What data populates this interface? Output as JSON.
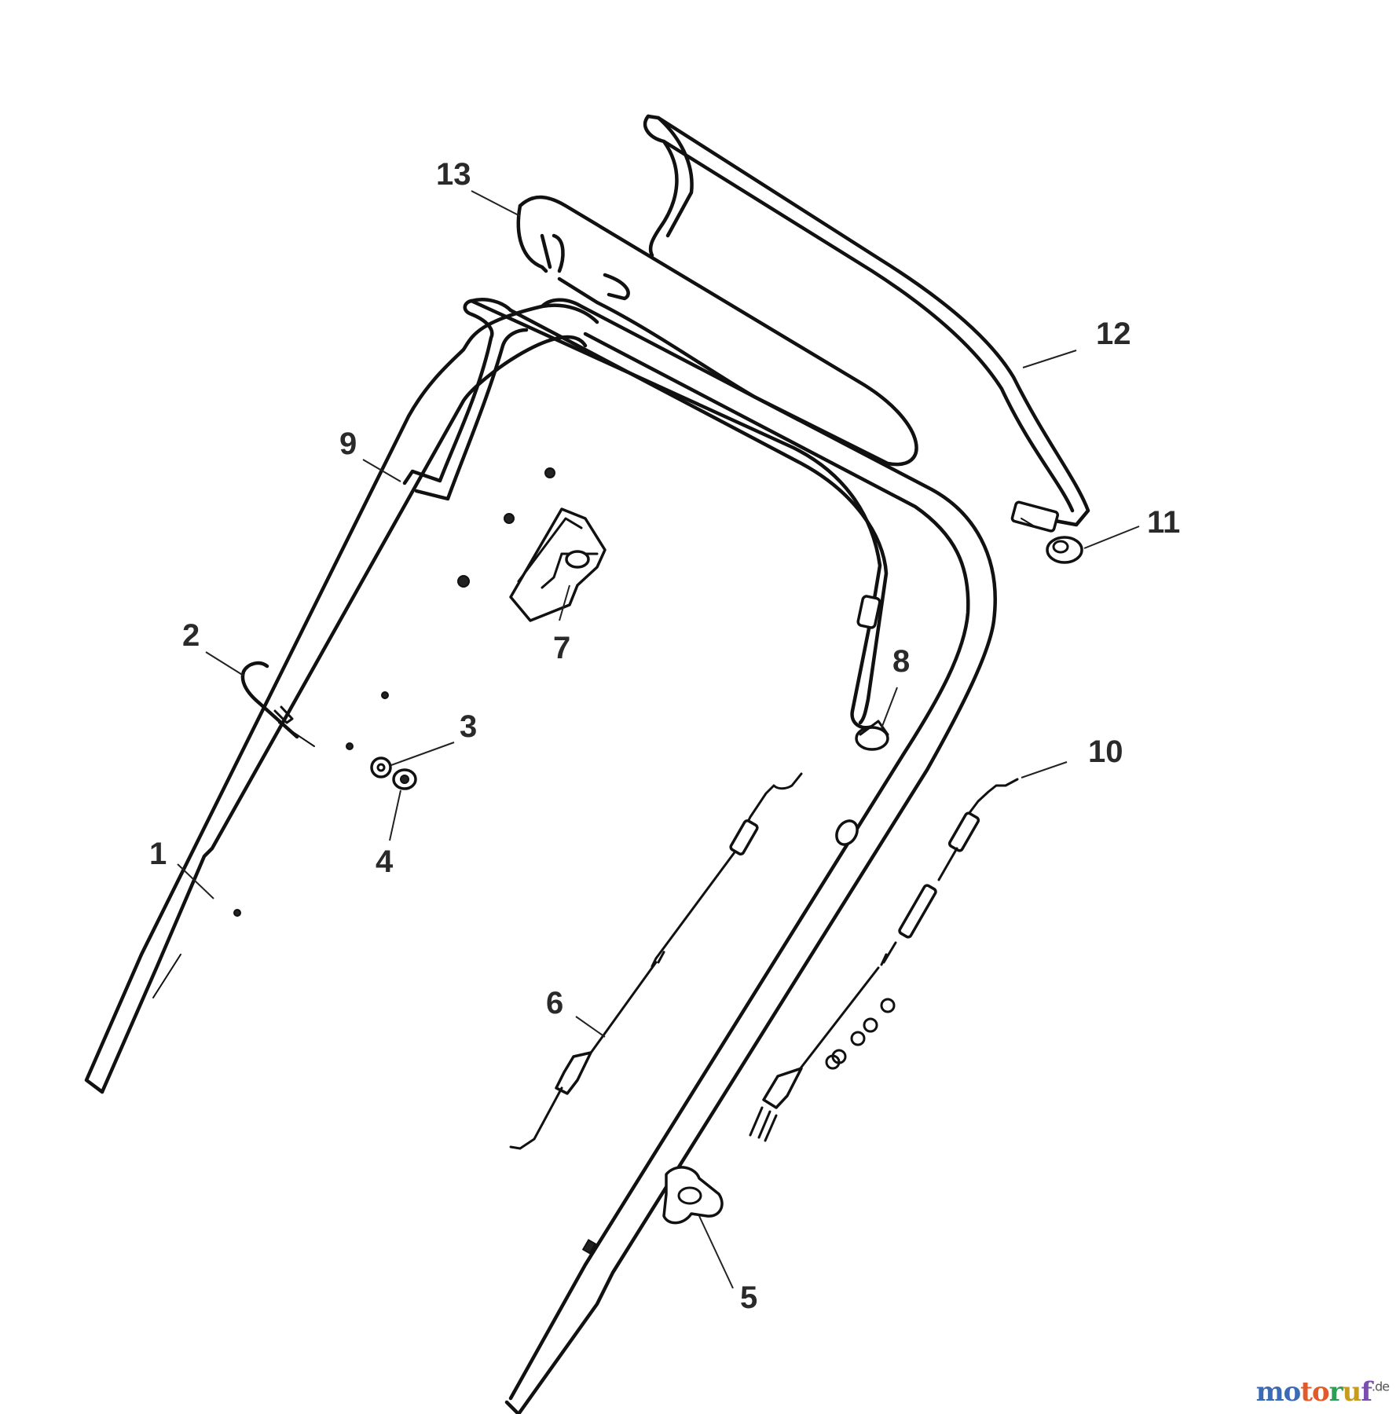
{
  "callouts": [
    {
      "id": "1",
      "label": "1"
    },
    {
      "id": "2",
      "label": "2"
    },
    {
      "id": "3",
      "label": "3"
    },
    {
      "id": "4",
      "label": "4"
    },
    {
      "id": "5",
      "label": "5"
    },
    {
      "id": "6",
      "label": "6"
    },
    {
      "id": "7",
      "label": "7"
    },
    {
      "id": "8",
      "label": "8"
    },
    {
      "id": "9",
      "label": "9"
    },
    {
      "id": "10",
      "label": "10"
    },
    {
      "id": "11",
      "label": "11"
    },
    {
      "id": "12",
      "label": "12"
    },
    {
      "id": "13",
      "label": "13"
    }
  ],
  "watermark": {
    "brand_part1": "mo",
    "brand_part2": "to",
    "brand_part3": "r",
    "brand_part4": "u",
    "brand_part5": "f",
    "suffix": ".de",
    "colors": [
      "#3b6bb5",
      "#e05a2b",
      "#2f9e55",
      "#c79b1f",
      "#7a4fb0"
    ]
  }
}
